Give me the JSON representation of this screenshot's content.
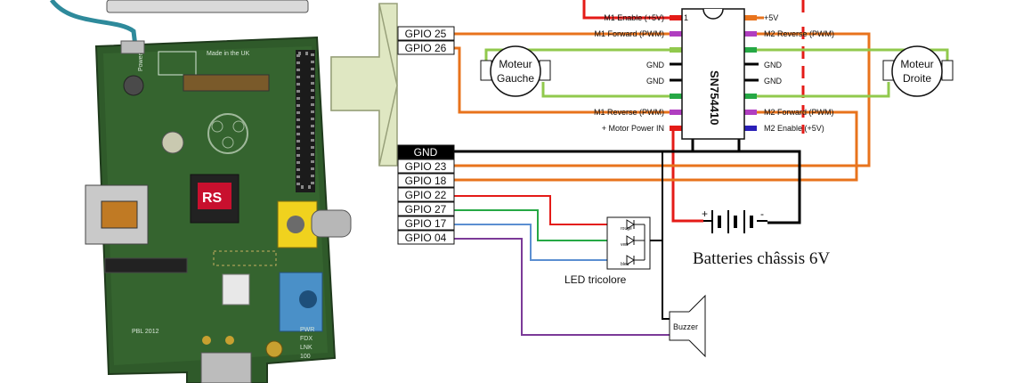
{
  "board": {
    "made_in": "Made in the UK",
    "power": "Power",
    "logo_letters": "RS",
    "pbl": "PBL 2012",
    "pwr": "PWR",
    "fdx": "FDX",
    "lnk": "LNK",
    "speed": "100"
  },
  "gpio_top": [
    {
      "label": "GPIO 25"
    },
    {
      "label": "GPIO 26"
    }
  ],
  "gpio_bottom": [
    {
      "label": "GND"
    },
    {
      "label": "GPIO 23"
    },
    {
      "label": "GPIO 18"
    },
    {
      "label": "GPIO 22"
    },
    {
      "label": "GPIO 27"
    },
    {
      "label": "GPIO 17"
    },
    {
      "label": "GPIO 04"
    }
  ],
  "chip": {
    "name": "SN754410",
    "pin1": "1",
    "left_pins": [
      "M1 Enable (+5V)",
      "M1 Forward (PWM)",
      "GND",
      "GND",
      "M1 Reverse (PWM)",
      "+ Motor Power IN"
    ],
    "right_pins": [
      "+5V",
      "M2 Reverse (PWM)",
      "GND",
      "GND",
      "M2 Forward (PWM)",
      "M2 Enable (+5V)"
    ]
  },
  "motors": {
    "left": {
      "line1": "Moteur",
      "line2": "Gauche"
    },
    "right": {
      "line1": "Moteur",
      "line2": "Droite"
    }
  },
  "battery": {
    "plus": "+",
    "minus": "-",
    "label": "Batteries châssis 6V"
  },
  "led": {
    "label": "LED tricolore",
    "colors": [
      "rouge",
      "vert",
      "bleu"
    ]
  },
  "buzzer": {
    "label": "Buzzer"
  },
  "wire_colors": {
    "orange": "#e8731c",
    "green": "#91c94d",
    "red": "#e41b17",
    "black": "#000000",
    "purple": "#b03ec0",
    "darkblue": "#2a1fb8",
    "teal": "#2e8a9b",
    "led_green": "#26a845",
    "led_blue": "#5b8fd1",
    "buzzer_purple": "#7b3a98"
  }
}
